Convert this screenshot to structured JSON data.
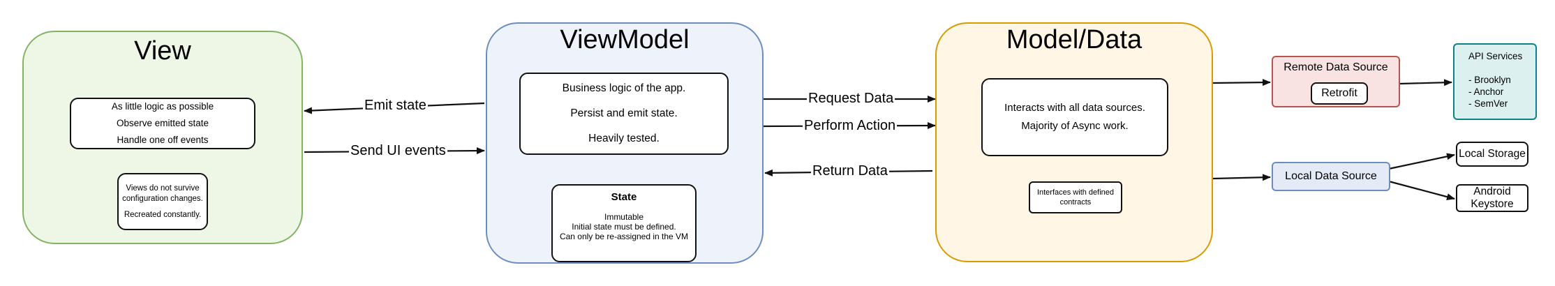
{
  "view": {
    "title": "View",
    "responsibilities": [
      "As little logic as possible",
      "Observe emitted state",
      "Handle one off events"
    ],
    "lifecycle_note": [
      "Views do not survive",
      "configuration changes.",
      "",
      "Recreated constantly."
    ]
  },
  "viewmodel": {
    "title": "ViewModel",
    "responsibilities": [
      "Business logic of the app.",
      "Persist and emit state.",
      "Heavily tested."
    ],
    "state": {
      "title": "State",
      "lines": [
        "Immutable",
        "Initial state must be defined.",
        "Can only be re-assigned in the VM"
      ]
    }
  },
  "model": {
    "title": "Model/Data",
    "responsibilities": [
      "Interacts with all data sources.",
      "Majority of Async work."
    ],
    "interfaces_note": [
      "Interfaces with defined",
      "contracts"
    ]
  },
  "remote_source": {
    "title": "Remote Data Source",
    "retrofit": "Retrofit"
  },
  "local_source": {
    "title": "Local Data Source"
  },
  "api_services": {
    "title": "API Services",
    "items": [
      "- Brooklyn",
      "- Anchor",
      "- SemVer"
    ]
  },
  "local_storage": {
    "label": "Local Storage"
  },
  "android_keystore": {
    "lines": [
      "Android",
      "Keystore"
    ]
  },
  "edges": {
    "emit_state": "Emit state",
    "send_ui_events": "Send UI events",
    "request_data": "Request Data",
    "perform_action": "Perform Action",
    "return_data": "Return Data"
  },
  "colors": {
    "view_fill": "#eef7e6",
    "view_stroke": "#82b366",
    "viewmodel_fill": "#edf2fb",
    "viewmodel_stroke": "#6c8ebf",
    "model_fill": "#fff6e6",
    "model_stroke": "#d79b00",
    "remote_fill": "#f8e2e2",
    "remote_stroke": "#b85450",
    "local_fill": "#e4ebf6",
    "local_stroke": "#6c8ebf",
    "api_fill": "#dcf1ef",
    "api_stroke": "#0e8088"
  }
}
